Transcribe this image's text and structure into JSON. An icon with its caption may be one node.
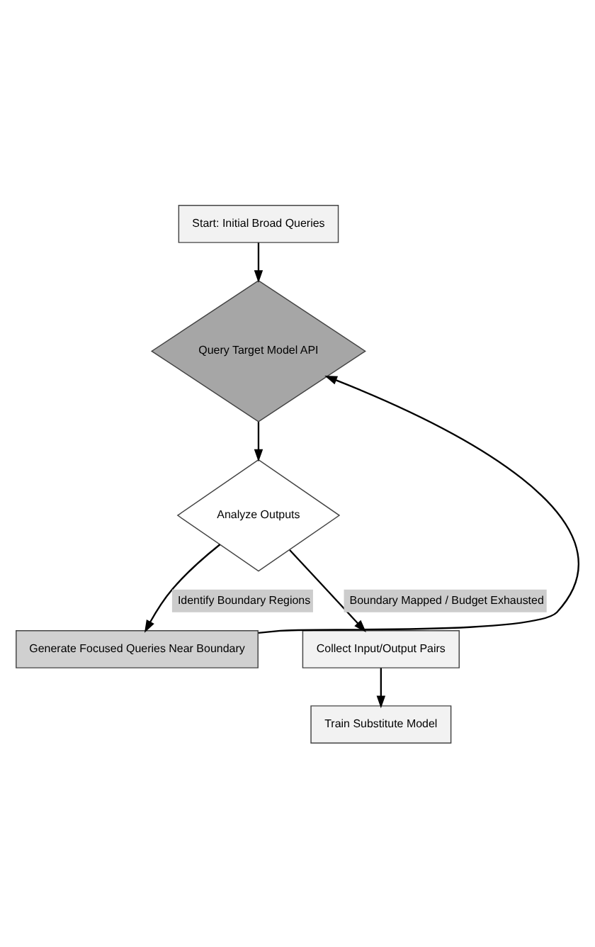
{
  "diagram": {
    "nodes": [
      {
        "text": [
          "Start: Initial Broad Queries"
        ]
      },
      {
        "text": [
          "Query Target Model API"
        ]
      },
      {
        "text": [
          "Analyze Outputs"
        ]
      },
      {
        "text": [
          "Generate Focused Queries Near Boundary"
        ]
      },
      {
        "text": [
          "Collect Input/Output Pairs"
        ]
      },
      {
        "text": [
          "Train Substitute Model"
        ]
      }
    ],
    "edges": [
      {
        "from": 0,
        "to": 1,
        "arrow": "to"
      },
      {
        "from": 1,
        "to": 2,
        "arrow": "to"
      },
      {
        "from": 2,
        "to": 3,
        "label": "Identify Boundary Regions",
        "arrow": "to"
      },
      {
        "from": 3,
        "to": 1,
        "arrow": "to"
      },
      {
        "from": 2,
        "to": 4,
        "label": "Boundary Mapped / Budget Exhausted",
        "arrow": "to"
      },
      {
        "from": 4,
        "to": 5,
        "arrow": "to"
      }
    ]
  }
}
